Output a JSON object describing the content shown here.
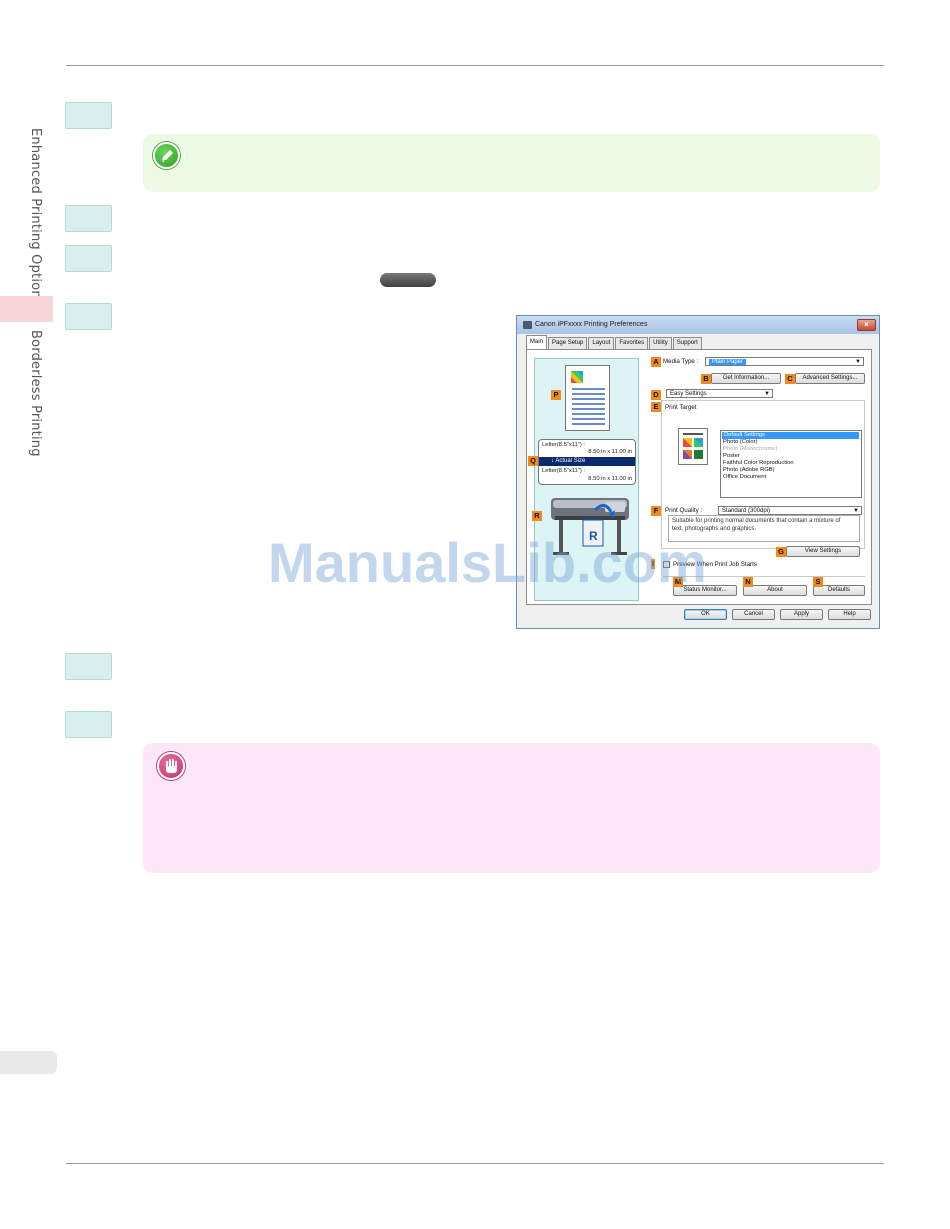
{
  "sidebar": {
    "section": "Enhanced Printing Options",
    "subsection": "Borderless Printing"
  },
  "watermark": "ManualsLib.com",
  "dialog": {
    "title": "Canon iPFxxxx Printing Preferences",
    "close": "×",
    "tabs": [
      "Main",
      "Page Setup",
      "Layout",
      "Favorites",
      "Utility",
      "Support"
    ],
    "labels": {
      "A": "A",
      "B": "B",
      "C": "C",
      "D": "D",
      "E": "E",
      "F": "F",
      "G": "G",
      "I": "I",
      "M": "M",
      "N": "N",
      "S": "S",
      "P": "P",
      "Q": "Q",
      "R": "R"
    },
    "media_type_label": "Media Type :",
    "media_type_value": "Plain Paper",
    "get_information": "Get Information...",
    "advanced_settings": "Advanced Settings...",
    "mode_value": "Easy Settings",
    "print_target_label": "Print Target",
    "print_target_items": [
      "Default Settings",
      "Photo (Color)",
      "Photo (Monochrome)",
      "Poster",
      "Faithful Color Reproduction",
      "Photo (Adobe RGB)",
      "Office Document"
    ],
    "print_quality_label": "Print Quality :",
    "print_quality_value": "Standard (300dpi)",
    "description": "Suitable for printing normal documents that contain a mixture of text, photographs and graphics.",
    "view_settings": "View Settings",
    "preview_checkbox": "Preview When Print Job Starts",
    "status_monitor": "Status Monitor...",
    "about": "About",
    "defaults": "Defaults",
    "ok": "OK",
    "cancel": "Cancel",
    "apply": "Apply",
    "help": "Help",
    "size_top_line1": "Letter(8.5\"x11\") :",
    "size_top_line2": "8.50 in x 11.00 in",
    "actual_size": "Actual Size",
    "size_bottom_line1": "Letter(8.5\"x11\") :",
    "size_bottom_line2": "8.50 in x 11.00 in"
  }
}
